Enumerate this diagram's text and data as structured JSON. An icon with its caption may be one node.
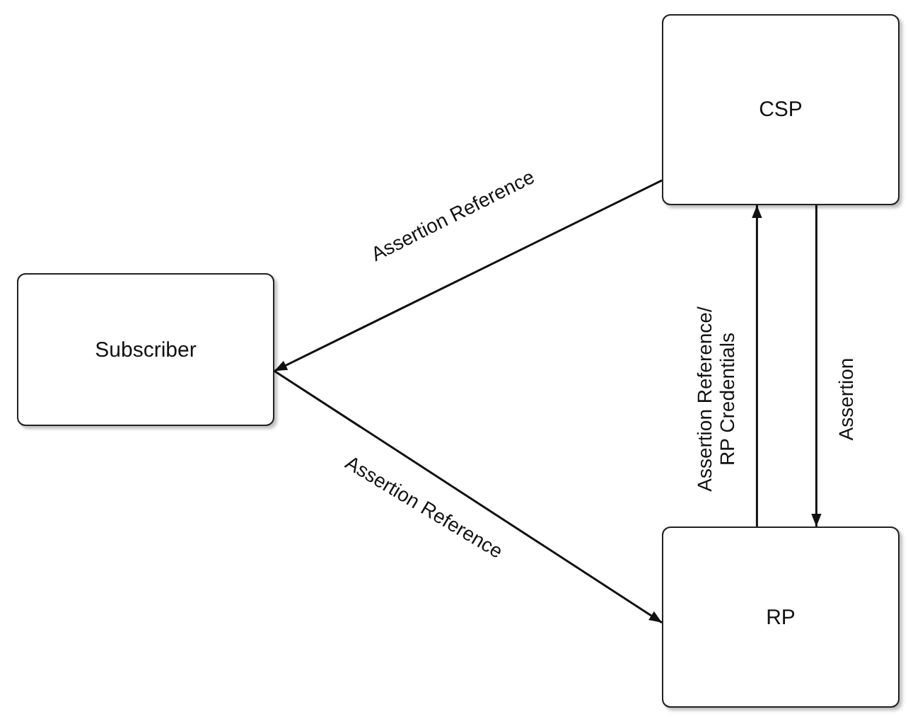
{
  "diagram": {
    "nodes": [
      {
        "text": [
          "CSP"
        ]
      },
      {
        "text": [
          "Subscriber"
        ]
      },
      {
        "text": [
          "RP"
        ]
      }
    ],
    "edges": [
      {
        "from": 0,
        "to": 1,
        "arrow": "to",
        "label": "Assertion Reference"
      },
      {
        "from": 1,
        "to": 2,
        "arrow": "to",
        "label": "Assertion Reference"
      },
      {
        "from": 2,
        "to": 0,
        "arrow": "to",
        "label": "Assertion Reference/ RP Credentials"
      },
      {
        "from": 0,
        "to": 2,
        "arrow": "to",
        "label": "Assertion"
      }
    ]
  }
}
